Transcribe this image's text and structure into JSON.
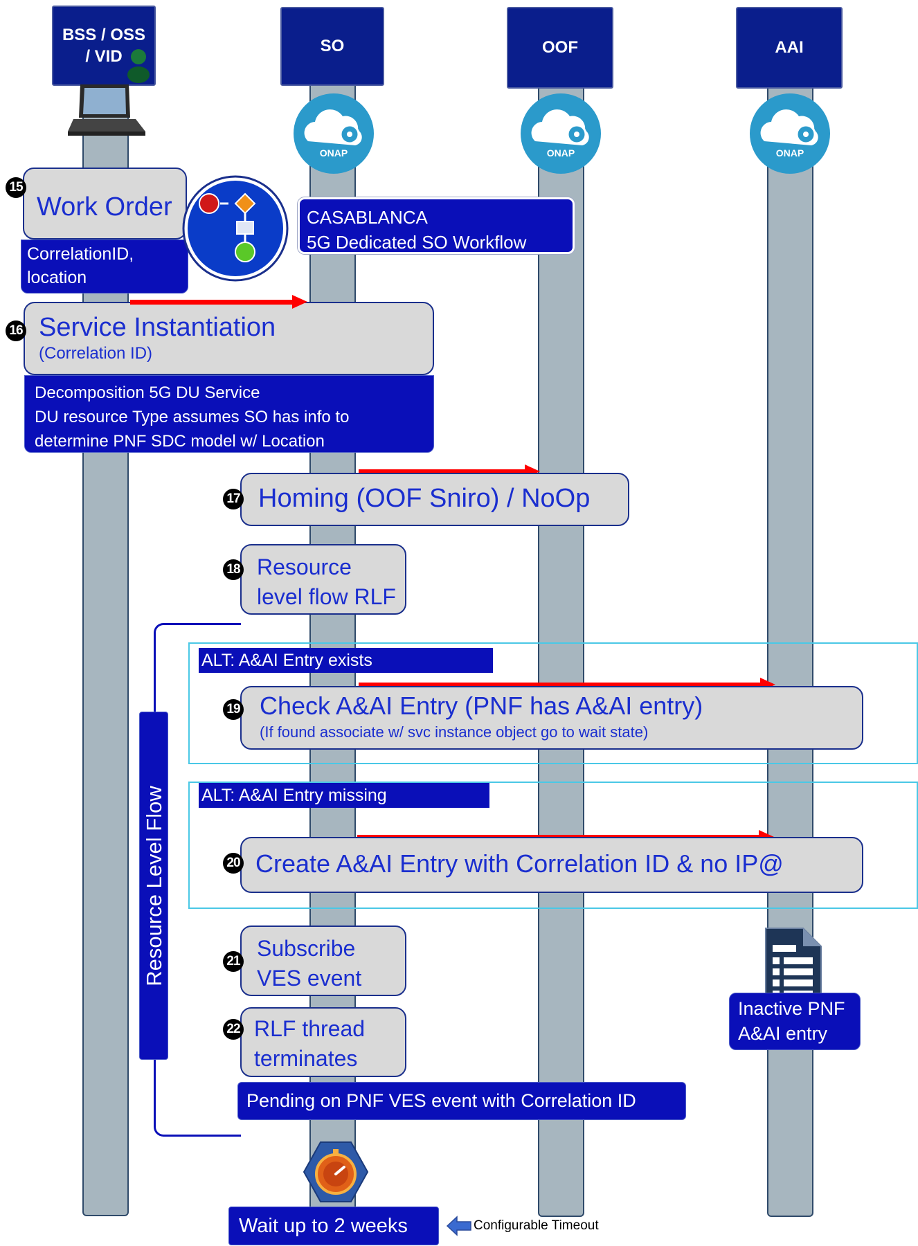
{
  "lanes": {
    "bss": "BSS / OSS / VID",
    "so": "SO",
    "oof": "OOF",
    "aai": "AAI"
  },
  "logo_text": "ONAP",
  "steps": {
    "s15": {
      "num": "15",
      "title": "Work Order",
      "note": "CorrelationID, location"
    },
    "casablanca": {
      "line1": "CASABLANCA",
      "line2": "5G Dedicated SO Workflow"
    },
    "s16": {
      "num": "16",
      "title": "Service Instantiation",
      "sub": "(Correlation ID)"
    },
    "decomp": {
      "line1": "Decomposition 5G DU Service",
      "line2": "DU resource Type assumes SO has info to",
      "line3": "determine PNF SDC model w/ Location"
    },
    "s17": {
      "num": "17",
      "title": "Homing (OOF Sniro) / NoOp"
    },
    "s18": {
      "num": "18",
      "line1": "Resource",
      "line2": "level flow RLF"
    },
    "alt1": {
      "label": "ALT: A&AI Entry exists"
    },
    "s19": {
      "num": "19",
      "title": "Check A&AI Entry (PNF has A&AI entry)",
      "sub": "(If found associate w/ svc instance object go to wait state)"
    },
    "alt2": {
      "label": "ALT: A&AI Entry missing"
    },
    "s20": {
      "num": "20",
      "title": "Create A&AI Entry with Correlation ID & no IP@"
    },
    "s21": {
      "num": "21",
      "line1": "Subscribe",
      "line2": "VES event"
    },
    "s22": {
      "num": "22",
      "line1": "RLF thread",
      "line2": "terminates"
    },
    "pending": "Pending on PNF VES event with  Correlation ID",
    "wait": "Wait up to 2 weeks",
    "timeout": "Configurable Timeout"
  },
  "rlf_label": "Resource Level Flow",
  "inactive": {
    "line1": "Inactive PNF",
    "line2": "A&AI entry"
  },
  "colors": {
    "arrow": "#ff0000",
    "header": "#0a1e8c",
    "note": "#0a0fb8",
    "lane": "#a7b6bf",
    "alt_border": "#4ac8e6"
  }
}
